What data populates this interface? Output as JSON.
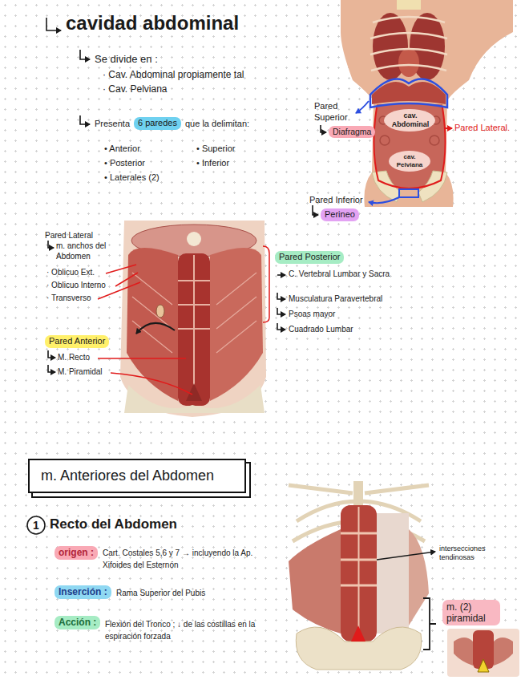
{
  "diagram": {
    "title": "cavidad abdominal",
    "nodes": [
      {
        "text": [
          "6 paredes"
        ]
      },
      {
        "text": [
          "Diafragma"
        ]
      },
      {
        "text": [
          "Perineo"
        ]
      },
      {
        "text": [
          "Pared Posterior"
        ]
      },
      {
        "text": [
          "Pared Anterior"
        ]
      },
      {
        "text": [
          "m. Anteriores del Abdomen"
        ]
      },
      {
        "text": [
          "origen :"
        ]
      },
      {
        "text": [
          "Inserción :"
        ]
      },
      {
        "text": [
          "Acción :"
        ]
      },
      {
        "text": [
          "m. (2) piramidal"
        ]
      }
    ],
    "labels": [
      "Se divide en :",
      "· Cav. Abdominal propiamente tal",
      "· Cav. Pelviana",
      "Presenta",
      "que la delimitan:",
      "• Anterior",
      "• Posterior",
      "• Laterales (2)",
      "• Superior",
      "• Inferior",
      "Pared Superior",
      "cav. Abdominal",
      "Pared Lateral.",
      "cav. Pelviana",
      "Pared Inferior",
      "Pared Lateral",
      "m. anchos del Abdomen",
      "· Oblicuo Ext.",
      "· Oblicuo Interno",
      "· Transverso",
      "C. Vertebral Lumbar y Sacra",
      "Musculatura Paravertebral",
      "Psoas mayor",
      "Cuadrado Lumbar",
      "M. Recto",
      "M. Piramidal",
      "1",
      "Recto del Abdomen",
      "Cart. Costales 5,6 y 7 → incluyendo la Ap. Xifoides del Esternón",
      "Rama Superior del Pubis",
      "Flexión del Tronco ; ↓ de las costillas en la espiración forzada",
      "intersecciones tendinosas"
    ]
  }
}
